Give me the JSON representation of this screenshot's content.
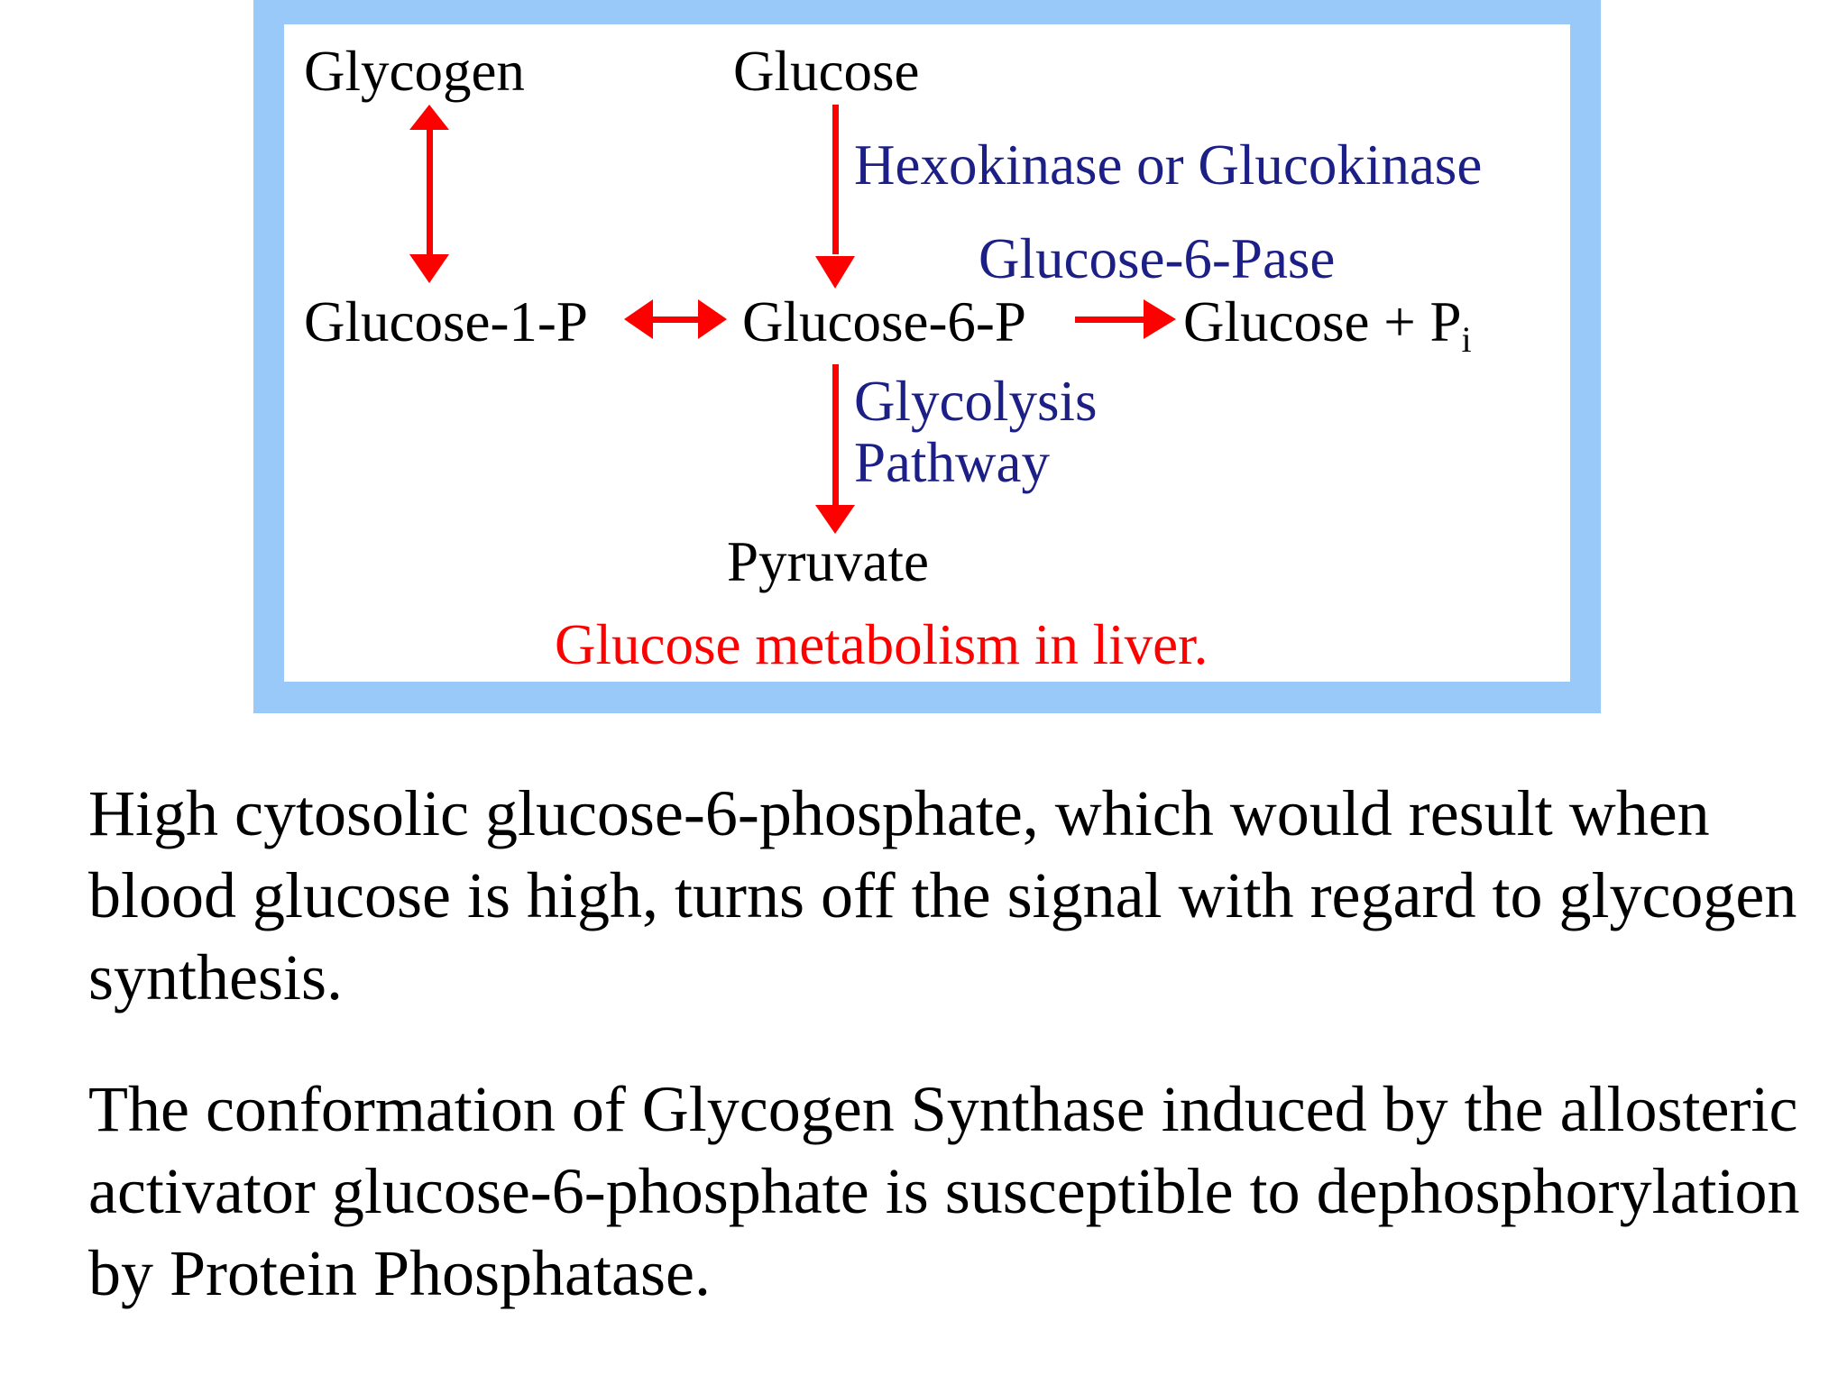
{
  "diagram": {
    "nodes": {
      "glycogen": "Glycogen",
      "glucose_top": "Glucose",
      "glucose_1p": "Glucose-1-P",
      "glucose_6p": "Glucose-6-P",
      "glucose_pi": "Glucose + P",
      "glucose_pi_subscript": "i",
      "pyruvate": "Pyruvate"
    },
    "enzymes": {
      "hexokinase": "Hexokinase or Glucokinase",
      "glucose_6_pase": "Glucose-6-Pase",
      "glycolysis_line1": "Glycolysis",
      "glycolysis_line2": "Pathway"
    },
    "caption": "Glucose metabolism in liver.",
    "colors": {
      "frame": "#99c9f9",
      "arrow": "#ff0000",
      "enzyme_text": "#1c1f86",
      "caption_text": "#ff0000"
    }
  },
  "paragraphs": [
    "High cytosolic glucose-6-phosphate, which would result when blood glucose is high, turns off the signal with regard to glycogen synthesis.",
    "The conformation of Glycogen Synthase induced by the allosteric activator glucose-6-phosphate is susceptible to dephosphorylation by Protein Phosphatase."
  ]
}
